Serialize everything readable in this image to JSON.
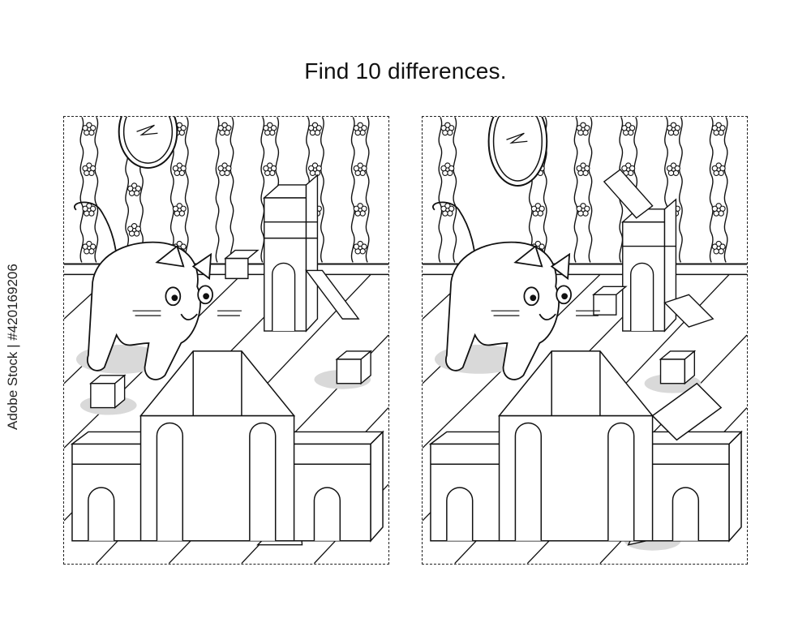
{
  "puzzle": {
    "title": "Find  10 differences.",
    "panels": [
      {
        "id": "left",
        "role": "original"
      },
      {
        "id": "right",
        "role": "altered"
      }
    ]
  },
  "watermark": {
    "text": "Adobe Stock | #420169206"
  },
  "colors": {
    "line": "#111111",
    "shadow": "#d9d9d9",
    "paper": "#ffffff"
  }
}
